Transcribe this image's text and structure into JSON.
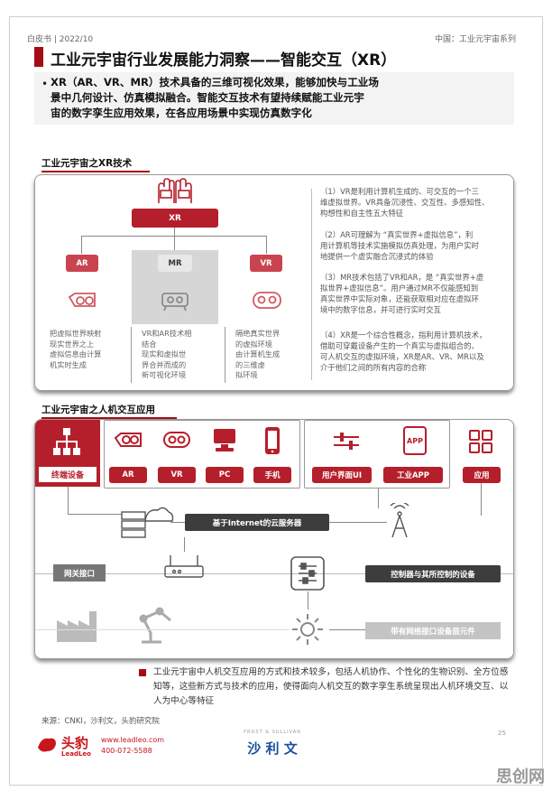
{
  "header": {
    "left": "白皮书 | 2022/10",
    "right": "中国：工业元宇宙系列"
  },
  "title": "工业元宇宙行业发展能力洞察——智能交互（XR）",
  "bullet": {
    "dot": "•",
    "lines": [
      "XR（AR、VR、MR）技术具备的三维可视化效果，能够加快与工业场",
      "景中几何设计、仿真模拟融合。智能交互技术有望持续赋能工业元宇",
      "宙的数字孪生应用效果，在各应用场景中实现仿真数字化"
    ]
  },
  "section1": {
    "title": "工业元宇宙之XR技术",
    "xr_label": "XR",
    "children": [
      {
        "label": "AR",
        "notes": [
          "把虚拟世界映射",
          "现实世界之上",
          "虚拟信息由计算",
          "机实时生成"
        ]
      },
      {
        "label": "MR",
        "notes": [
          "VR和AR技术相",
          "结合",
          "现实和虚拟世",
          "界合并而成的",
          "新可视化环境"
        ]
      },
      {
        "label": "VR",
        "notes": [
          "隔绝真实世界",
          "的虚拟环境",
          "由计算机生成",
          "的三维虚",
          "拟环境"
        ]
      }
    ],
    "points": [
      {
        "lines": [
          "（1）VR是利用计算机生成的、可交互的一个三",
          "维虚拟世界。VR具备沉浸性、交互性、多感知性、",
          "构想性和自主性五大特征"
        ]
      },
      {
        "lines": [
          "（2）AR可理解为 “真实世界+虚拟信息”，利",
          "用计算机等技术实施模拟仿真处理，为用户实时",
          "地提供一个虚实融合沉浸式的体验"
        ]
      },
      {
        "lines": [
          "（3）MR技术包括了VR和AR，是 “真实世界+虚",
          "拟世界+虚拟信息”。用户通过MR不仅能感知到",
          "真实世界中实际对象，还能获取相对应在虚拟环",
          "境中的数字信息，并可进行实时交互"
        ]
      },
      {
        "lines": [
          "（4）XR是一个综合性概念，指利用计算机技术，",
          "借助可穿戴设备产生的一个真实与虚拟组合的、",
          "可人机交互的虚拟环境，XR是AR、VR、MR以及",
          "介于他们之间的所有内容的合称"
        ]
      }
    ]
  },
  "section2": {
    "title": "工业元宇宙之人机交互应用",
    "terminal": "终端设备",
    "devices": [
      "AR",
      "VR",
      "PC",
      "手机"
    ],
    "ui": [
      "用户界面UI",
      "工业APP"
    ],
    "app": "应用",
    "cloud": "基于Internet的云服务器",
    "gateway": "网关接口",
    "controller": "控制器与其所控制的设备",
    "component": "带有网络接口设备层元件"
  },
  "footer_note": "工业元宇宙中人机交互应用的方式和技术较多，包括人机协作、个性化的生物识别、全方位感知等，这些新方式与技术的应用，使得面向人机交互的数字孪生系统呈现出人机环境交互、以人为中心等特征",
  "source": "来源：CNKI，沙利文，头豹研究院",
  "logo": {
    "leadleo_cn": "头豹",
    "leadleo_en": "LeadLeo",
    "url": "www.leadleo.com",
    "phone": "400-072-5588",
    "frost": "FROST & SULLIVAN",
    "frost_cn": "沙 利 文"
  },
  "page_number": "25",
  "watermark": "思创网",
  "colors": {
    "accent": "#a50d14",
    "red": "#b51f2b",
    "grey": "#8a8a8a",
    "dark": "#3d3d3d"
  }
}
